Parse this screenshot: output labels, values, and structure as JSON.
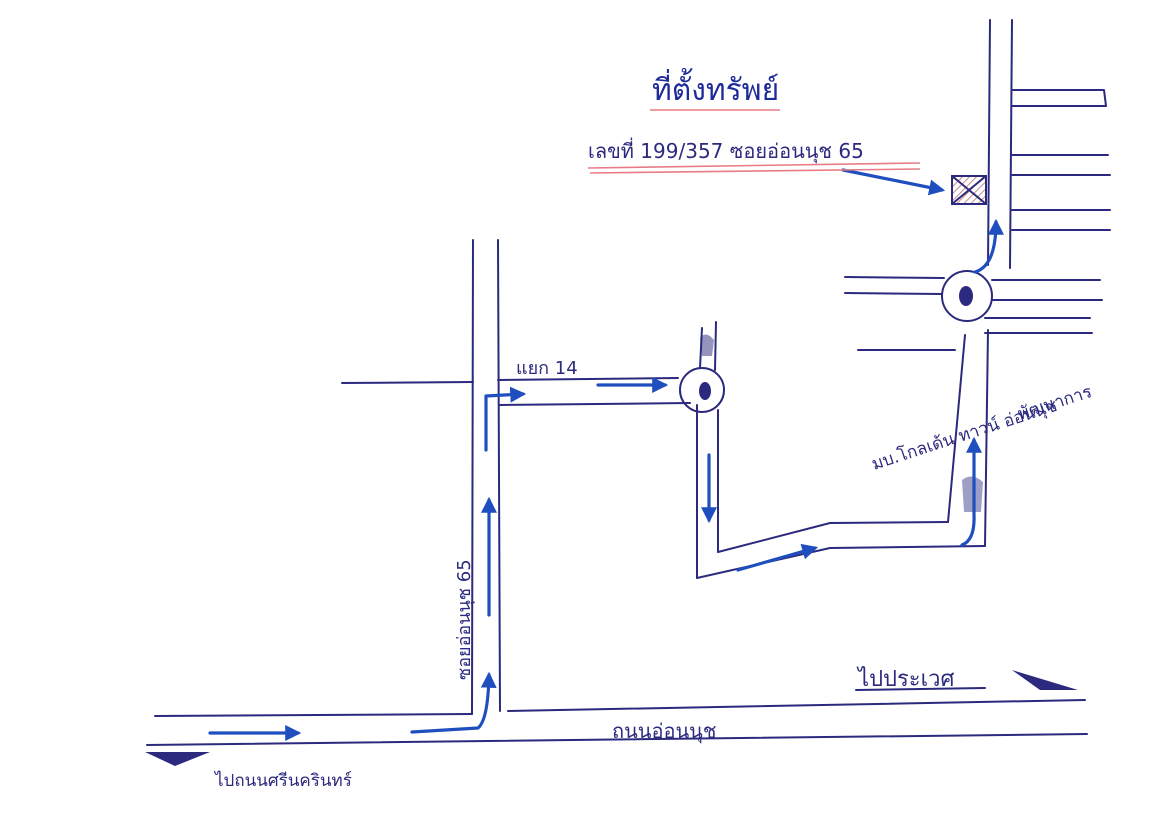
{
  "title": "ที่ตั้งทรัพย์",
  "address": "เลขที่ 199/357 ซอยอ่อนนุช 65",
  "labels": {
    "soi_vertical": "ซอยอ่อนนุช 65",
    "yaek": "แยก 14",
    "village": "มบ.โกลเด้น ทาวน์ อ่อนนุช",
    "village_line2": "พัฒนาการ",
    "main_road": "ถนนอ่อนนุช",
    "to_prawet": "ไปประเวศ",
    "to_srinakarin": "ไปถนนศรีนครินทร์"
  },
  "colors": {
    "road_ink": "#2b2a7e",
    "route_arrow": "#1f4fbf",
    "title_ink": "#1e2a9a",
    "underline": "#e87b86",
    "property_mark": "#c98a8a"
  },
  "icons": {
    "roundabout": "roundabout-icon",
    "property": "property-marker-icon",
    "direction": "direction-arrow-icon"
  }
}
